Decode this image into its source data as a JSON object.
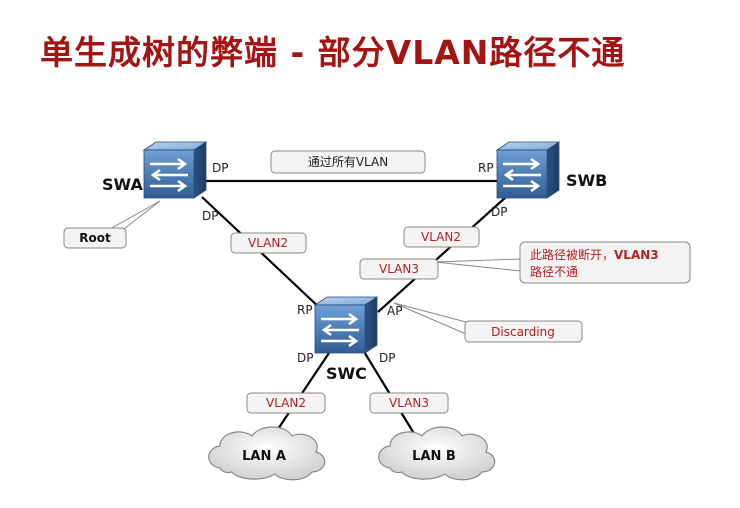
{
  "title": "单生成树的弊端 - 部分VLAN路径不通",
  "switches": {
    "swa": {
      "name": "SWA"
    },
    "swb": {
      "name": "SWB"
    },
    "swc": {
      "name": "SWC"
    }
  },
  "ports": {
    "swa_right": "DP",
    "swa_bottom": "DP",
    "swb_left": "RP",
    "swb_bottom": "DP",
    "swc_left": "RP",
    "swc_right": "AP",
    "swc_bottom_left": "DP",
    "swc_bottom_right": "DP"
  },
  "labels": {
    "top_link": "通过所有VLAN",
    "root": "Root",
    "swa_swc_vlan": "VLAN2",
    "swb_swc_vlan2": "VLAN2",
    "swb_swc_vlan3": "VLAN3",
    "discarding": "Discarding",
    "lan_a_vlan": "VLAN2",
    "lan_b_vlan": "VLAN3",
    "callout_line1_prefix": "此路径被断开，",
    "callout_line1_bold": "VLAN3",
    "callout_line2": "路径不通"
  },
  "lans": {
    "lan_a": "LAN A",
    "lan_b": "LAN B"
  },
  "colors": {
    "title": "#a31515",
    "label_text": "#b22222",
    "switch_body": "#3b6fa8"
  }
}
